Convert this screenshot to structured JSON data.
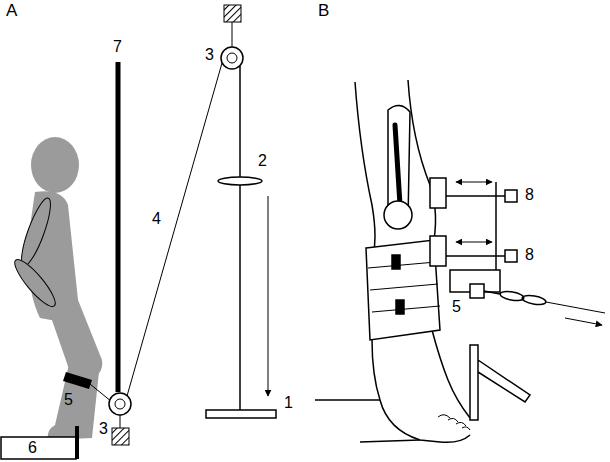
{
  "diagram": {
    "labels": [
      "A",
      "B",
      "3",
      "7",
      "2",
      "4",
      "8",
      "8",
      "5",
      "5",
      "3",
      "1",
      "6"
    ]
  }
}
